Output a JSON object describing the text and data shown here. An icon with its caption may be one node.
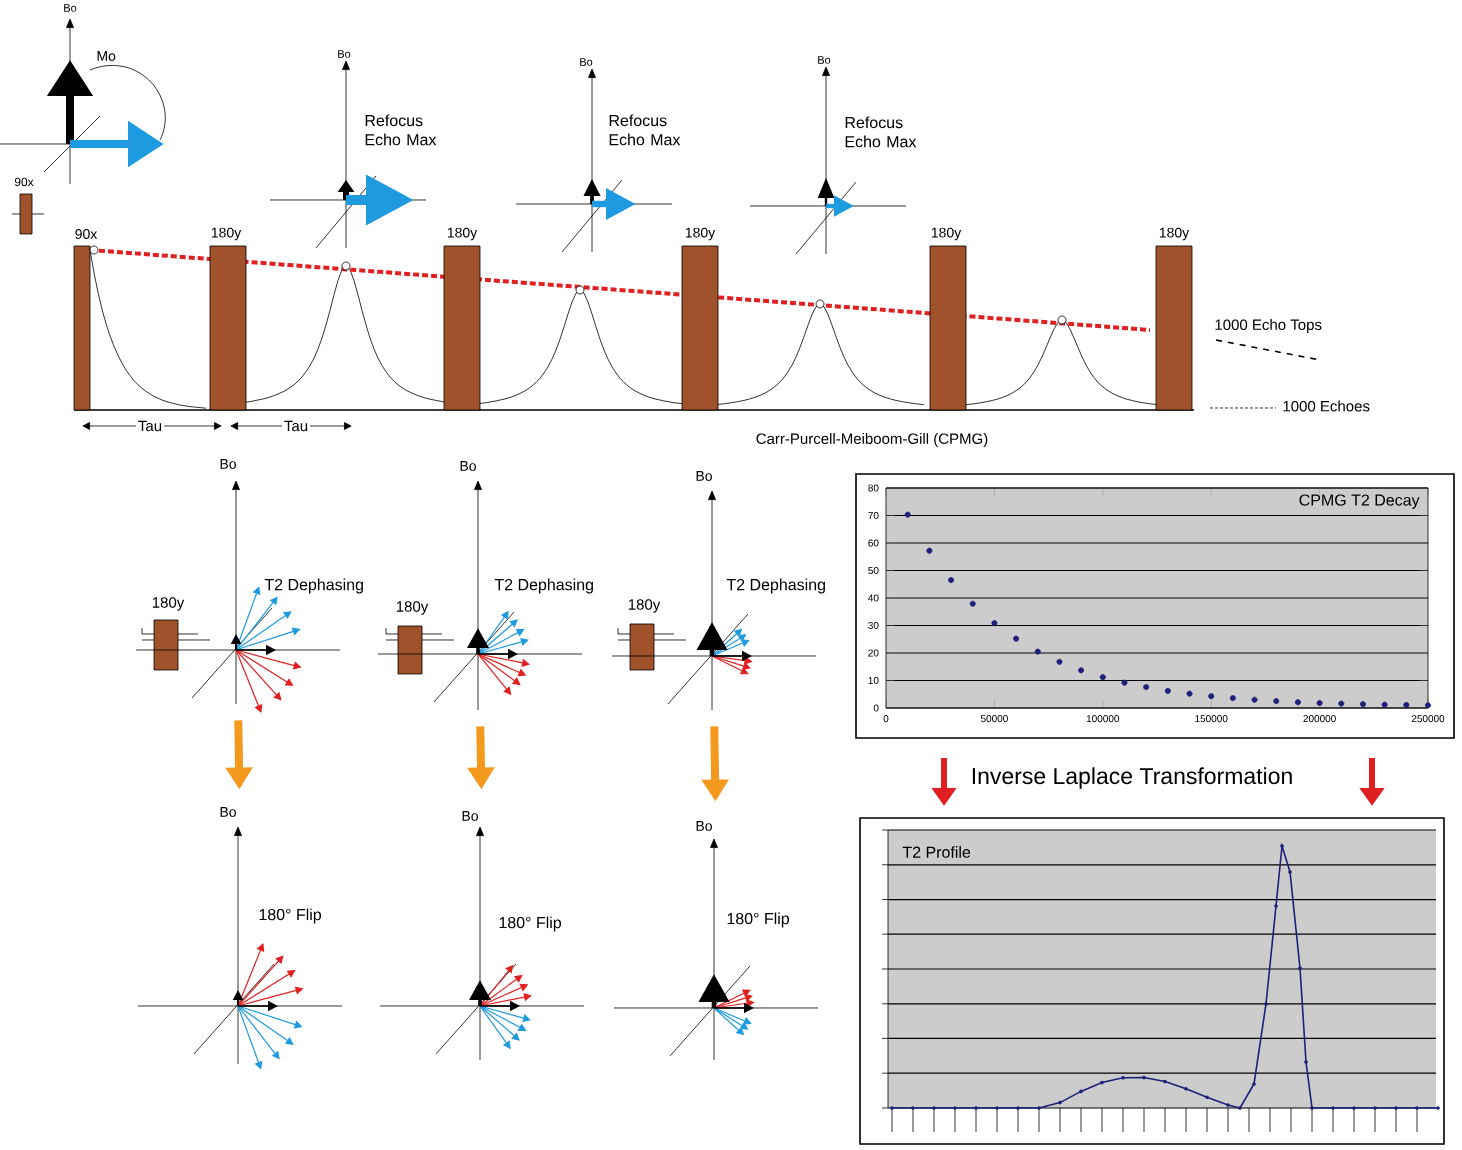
{
  "diagram": {
    "nodes": [
      {
        "text": [],
        "shape": "picture",
        "beside": [
          "Bo"
        ]
      },
      {
        "text": [],
        "shape": "picture",
        "beside": [
          "Bo"
        ]
      },
      {
        "text": [],
        "shape": "picture",
        "beside": [
          "Bo"
        ]
      },
      {
        "text": [],
        "shape": "picture",
        "beside": [
          "Bo"
        ]
      },
      {
        "text": [],
        "shape": "picture",
        "beside": [
          "Bo"
        ]
      },
      {
        "text": [],
        "shape": "picture",
        "beside": [
          "Bo"
        ]
      }
    ],
    "edges": [
      {
        "from": 0,
        "to": 3,
        "arrow": "to"
      },
      {
        "from": 1,
        "to": 4,
        "arrow": "to"
      },
      {
        "from": 2,
        "to": 5,
        "arrow": "to"
      }
    ],
    "labels": [
      "Bo",
      "Mo",
      "90x",
      "Bo",
      "Refocus Echo Max",
      "Bo",
      "Refocus Echo Max",
      "Bo",
      "Refocus Echo Max",
      "90x",
      "180y",
      "180y",
      "180y",
      "180y",
      "180y",
      "1000 Echo Tops",
      "Tau",
      "Tau",
      "1000 Echoes",
      "Carr-Purcell-Meiboom-Gill (CPMG)",
      "T2 Dephasing",
      "180y",
      "T2 Dephasing",
      "180y",
      "T2 Dephasing",
      "180y",
      "Inverse Laplace Transformation",
      "180° Flip",
      "180° Flip",
      "180° Flip",
      "T2 Profile"
    ],
    "chart_data": {
      "type": "scatter",
      "title": "CPMG T2 Decay",
      "x": [
        10000,
        20000,
        30000,
        40000,
        50000,
        60000,
        70000,
        80000,
        90000,
        100000,
        110000,
        120000,
        130000,
        140000,
        150000,
        160000,
        170000,
        180000,
        190000,
        200000,
        210000,
        220000,
        230000,
        240000,
        250000
      ],
      "series": [
        {
          "color": "#1f1f7a",
          "values": [
            70.3,
            57.2,
            46.5,
            37.9,
            30.9,
            25.2,
            20.5,
            16.8,
            13.7,
            11.2,
            9.2,
            7.6,
            6.2,
            5.2,
            4.3,
            3.6,
            3.0,
            2.5,
            2.1,
            1.8,
            1.6,
            1.4,
            1.2,
            1.1,
            1.0
          ]
        }
      ],
      "xlim": [
        0,
        250000
      ],
      "ylim": [
        0,
        80
      ],
      "grid": "y",
      "xticks": [
        0,
        50000,
        100000,
        150000,
        200000,
        250000
      ],
      "yticks": [
        0,
        10,
        20,
        30,
        40,
        50,
        60,
        70,
        80
      ]
    }
  }
}
